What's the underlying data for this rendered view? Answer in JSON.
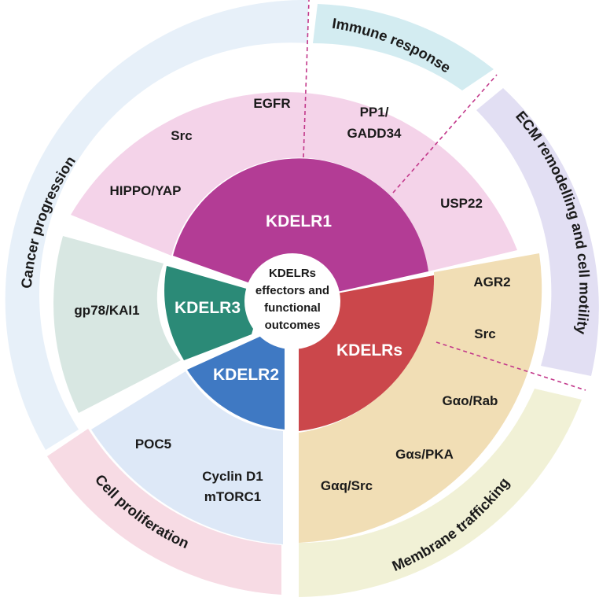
{
  "center": {
    "lines": [
      "KDELRs",
      "effectors and",
      "functional",
      "outcomes"
    ]
  },
  "receptors": {
    "kdelr1": {
      "label": "KDELR1",
      "color": "#b33c95"
    },
    "kdelr2": {
      "label": "KDELR2",
      "color": "#3f79c3"
    },
    "kdelr3": {
      "label": "KDELR3",
      "color": "#2b8a77"
    },
    "kdelrs": {
      "label": "KDELRs",
      "color": "#cb474b"
    }
  },
  "effectors": {
    "kdelr1": {
      "color": "#f4d3e9",
      "items": [
        "EGFR",
        "Src",
        "HIPPO/YAP",
        "PP1/",
        "GADD34",
        "USP22"
      ]
    },
    "kdelr3": {
      "color": "#d8e7e2",
      "items": [
        "gp78/KAI1"
      ]
    },
    "kdelr2": {
      "color": "#dde8f7",
      "items": [
        "POC5",
        "Cyclin D1",
        "mTORC1"
      ]
    },
    "kdelrs": {
      "color": "#f1deb5",
      "items": [
        "AGR2",
        "Src",
        "Gαo/Rab",
        "Gαs/PKA",
        "Gαq/Src"
      ]
    }
  },
  "outcomes": [
    {
      "label": "Cancer progression",
      "color": "#e7f0f9"
    },
    {
      "label": "Immune response",
      "color": "#d3ecf1"
    },
    {
      "label": "ECM remodelling and cell motility",
      "color": "#e2dff3"
    },
    {
      "label": "Membrane trafficking",
      "color": "#f1f1d6"
    },
    {
      "label": "Cell proliferation",
      "color": "#f7dbe4"
    }
  ],
  "divider_color": "#c2378a"
}
